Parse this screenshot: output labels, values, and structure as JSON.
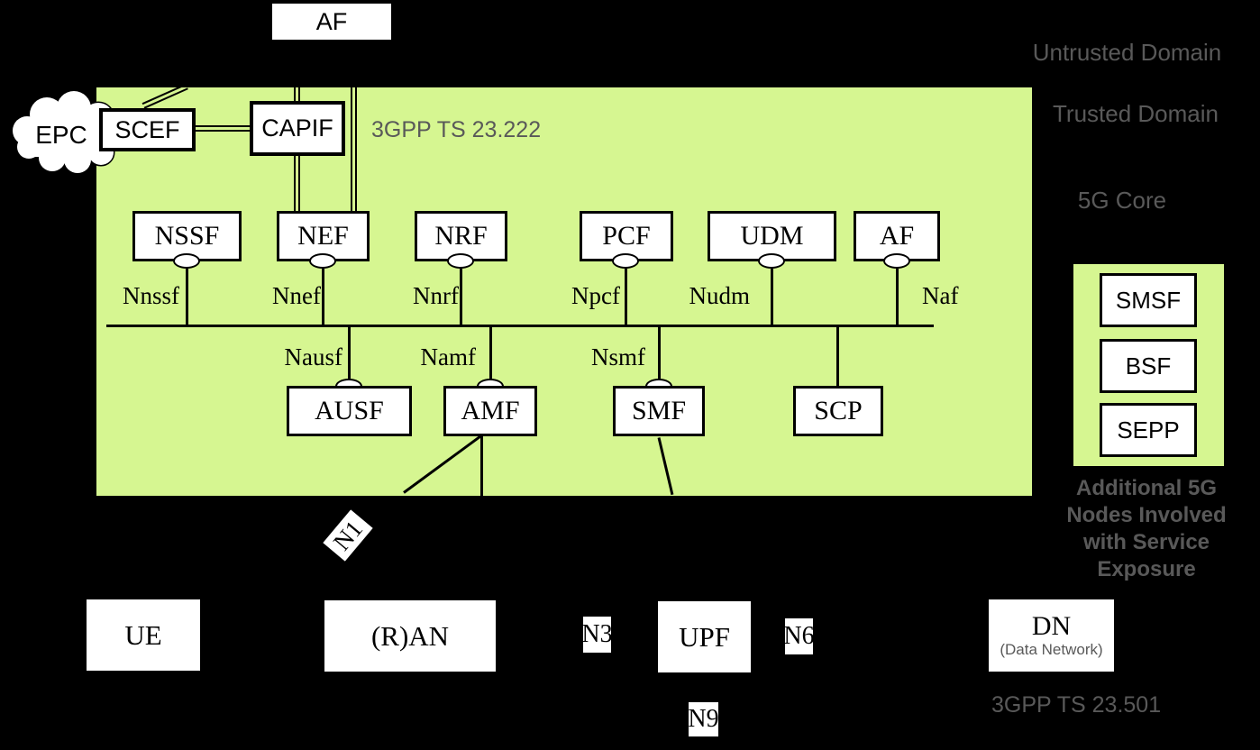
{
  "colors": {
    "background": "#000000",
    "core_fill": "#d6f691",
    "node_fill": "#ffffff",
    "line": "#000000",
    "gray_text": "#595959"
  },
  "external": {
    "af_top": "AF",
    "epc_cloud": "EPC",
    "scef": "SCEF",
    "capif": "CAPIF"
  },
  "domain_labels": {
    "untrusted": "Untrusted Domain",
    "trusted": "Trusted Domain",
    "core": "5G Core"
  },
  "specs": {
    "capif_spec": "3GPP TS 23.222",
    "core_spec": "3GPP TS 23.501"
  },
  "core_nf_row1": {
    "nssf": "NSSF",
    "nef": "NEF",
    "nrf": "NRF",
    "pcf": "PCF",
    "udm": "UDM",
    "af": "AF"
  },
  "sbi_labels": {
    "nnssf": "Nnssf",
    "nnef": "Nnef",
    "nnrf": "Nnrf",
    "npcf": "Npcf",
    "nudm": "Nudm",
    "naf": "Naf",
    "nausf": "Nausf",
    "namf": "Namf",
    "nsmf": "Nsmf"
  },
  "core_nf_row2": {
    "ausf": "AUSF",
    "amf": "AMF",
    "smf": "SMF",
    "scp": "SCP"
  },
  "access_row": {
    "ue": "UE",
    "ran": "(R)AN",
    "upf": "UPF",
    "dn": "DN",
    "dn_sub": "(Data Network)"
  },
  "ref_points": {
    "n1": "N1",
    "n3": "N3",
    "n6": "N6",
    "n9": "N9"
  },
  "additional_panel": {
    "smsf": "SMSF",
    "bsf": "BSF",
    "sepp": "SEPP",
    "caption_line1": "Additional 5G",
    "caption_line2": "Nodes Involved",
    "caption_line3": "with Service",
    "caption_line4": "Exposure"
  }
}
